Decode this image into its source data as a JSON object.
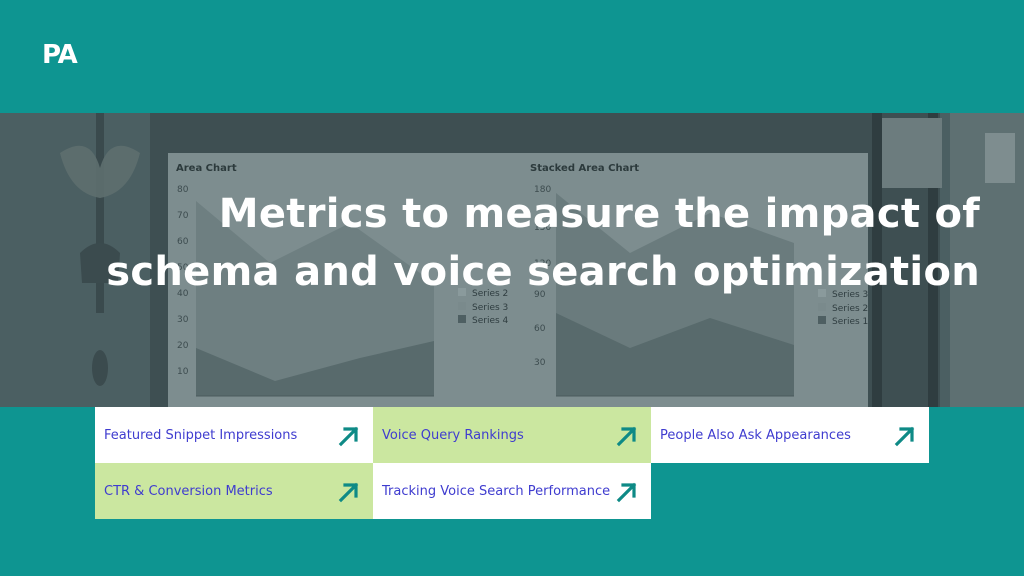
{
  "brand": {
    "logo_text": "PA"
  },
  "headline": {
    "line1": "Metrics to measure the impact of",
    "line2": "schema and voice search optimization"
  },
  "background_chart_text": {
    "left_title": "Area Chart",
    "right_title": "Stacked Area Chart",
    "left_ticks": [
      "80",
      "70",
      "60",
      "50",
      "40",
      "30",
      "20",
      "10"
    ],
    "right_ticks": [
      "180",
      "150",
      "120",
      "90",
      "60",
      "30"
    ],
    "left_legend": [
      "Series 2",
      "Series 3",
      "Series 4"
    ],
    "right_legend": [
      "Series 3",
      "Series 2",
      "Series 1"
    ]
  },
  "metrics": [
    {
      "label": "Featured Snippet Impressions",
      "icon": "arrow-up-right-icon"
    },
    {
      "label": "Voice Query Rankings",
      "icon": "arrow-up-right-icon"
    },
    {
      "label": "People Also Ask Appearances",
      "icon": "arrow-up-right-icon"
    },
    {
      "label": "CTR & Conversion Metrics",
      "icon": "arrow-up-right-icon"
    },
    {
      "label": "Tracking Voice Search Performance",
      "icon": "arrow-up-right-icon"
    }
  ],
  "colors": {
    "background": "#0e9591",
    "tile_white": "#ffffff",
    "tile_green": "#cbe7a0",
    "tile_text": "#3f3ccf",
    "arrow": "#0e8a86"
  }
}
